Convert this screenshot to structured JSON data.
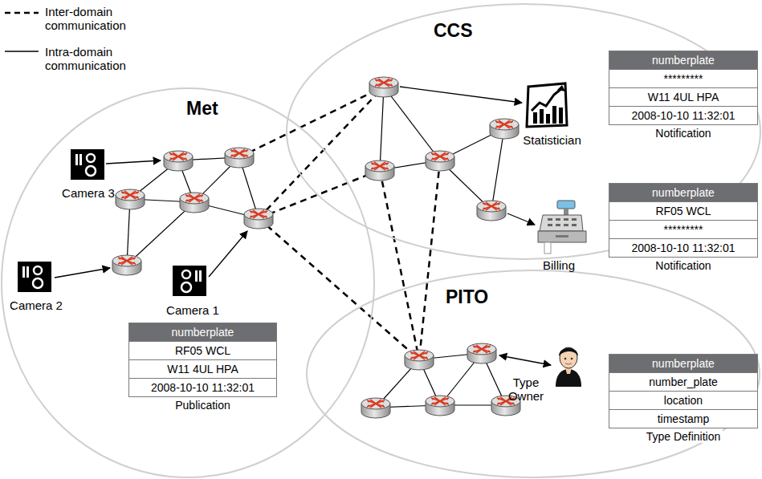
{
  "diagram": {
    "nodes": [
      {
        "text": [
          "Met"
        ]
      },
      {
        "text": [
          "Camera 3"
        ],
        "in": 0
      },
      {
        "text": [
          "Camera 2"
        ],
        "in": 0
      },
      {
        "text": [
          "Camera 1"
        ],
        "in": 0
      },
      {
        "text": [
          "numberplate",
          "RF05 WCL",
          "W11 4UL HPA",
          "2008-10-10 11:32:01",
          "Publication"
        ],
        "in": 0
      },
      {
        "text": [
          "CCS"
        ]
      },
      {
        "text": [
          "Statistician"
        ],
        "in": 5
      },
      {
        "text": [
          "numberplate",
          "*********",
          "W11 4UL HPA",
          "2008-10-10 11:32:01",
          "Notification"
        ],
        "in": 5
      },
      {
        "text": [
          "Billing"
        ],
        "in": 5
      },
      {
        "text": [
          "numberplate",
          "RF05 WCL",
          "*********",
          "2008-10-10 11:32:01",
          "Notification"
        ],
        "in": 5
      },
      {
        "text": [
          "PITO"
        ]
      },
      {
        "text": [
          "Type Owner"
        ],
        "in": 10
      },
      {
        "text": [
          "numberplate",
          "number_plate",
          "location",
          "timestamp",
          "Type Definition"
        ],
        "in": 10
      }
    ],
    "legend": [
      {
        "text": "Inter-domain communication"
      },
      {
        "text": "Intra-domain communication"
      }
    ]
  }
}
